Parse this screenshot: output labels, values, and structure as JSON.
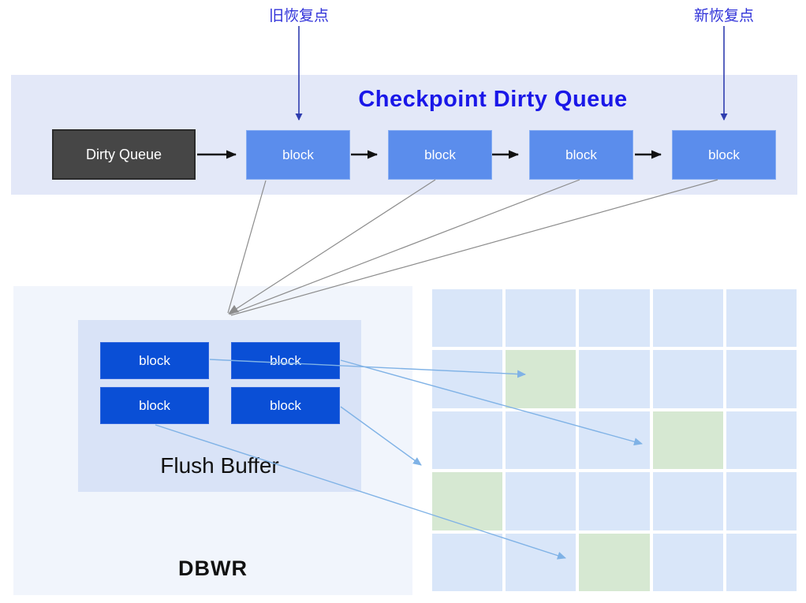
{
  "annotations": {
    "old_checkpoint_label": "旧恢复点",
    "new_checkpoint_label": "新恢复点"
  },
  "checkpoint_queue": {
    "title": "Checkpoint Dirty Queue",
    "head_box_label": "Dirty Queue",
    "blocks": [
      "block",
      "block",
      "block",
      "block"
    ]
  },
  "dbwr": {
    "label": "DBWR",
    "flush_buffer": {
      "label": "Flush Buffer",
      "blocks": [
        "block",
        "block",
        "block",
        "block"
      ]
    }
  },
  "disk_grid": {
    "rows": 5,
    "cols": 5,
    "green_cells": [
      [
        2,
        2
      ],
      [
        3,
        4
      ],
      [
        4,
        1
      ],
      [
        5,
        3
      ]
    ]
  },
  "colors": {
    "banner_bg": "#e3e8f8",
    "title_blue": "#1a17e8",
    "label_blue": "#3032d9",
    "block_blue": "#5b8dec",
    "dark_box": "#464646",
    "flush_panel": "#d9e3f7",
    "dbwr_panel": "#f1f5fc",
    "deep_blue": "#0a4fd6",
    "grid_cell": "#d9e6f9",
    "grid_green": "#d6e8d2",
    "arrow_black": "#111111",
    "arrow_gray": "#8c8c8c",
    "arrow_blue": "#7fb2e6",
    "arrow_navy": "#2f3daf"
  }
}
